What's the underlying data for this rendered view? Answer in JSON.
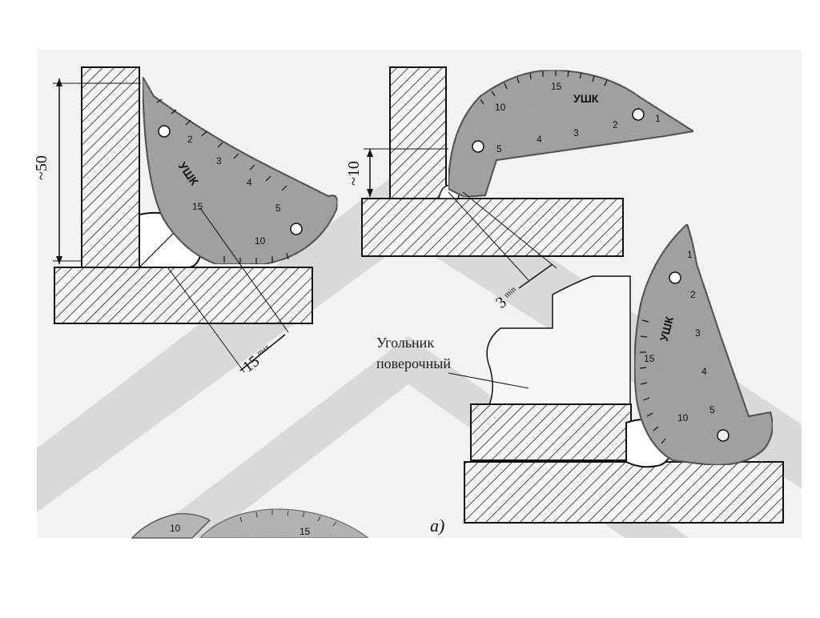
{
  "labels": {
    "leg_dim": "~50",
    "bead_dim": "~10",
    "max15": "15",
    "max_sub": "max",
    "min3": "3",
    "min_sub": "min",
    "square_line1": "Угольник",
    "square_line2": "поверочный",
    "figure_label": "а)"
  },
  "gauge": {
    "name": "УШК",
    "scale_marks": [
      "1",
      "2",
      "3",
      "4",
      "5",
      "10",
      "15"
    ]
  },
  "colors": {
    "background": "#ffffff",
    "panel": "#f2f2f2",
    "watermark": "#d8d8d8",
    "gauge_fill": "#9a9a9a",
    "ink": "#111111"
  }
}
